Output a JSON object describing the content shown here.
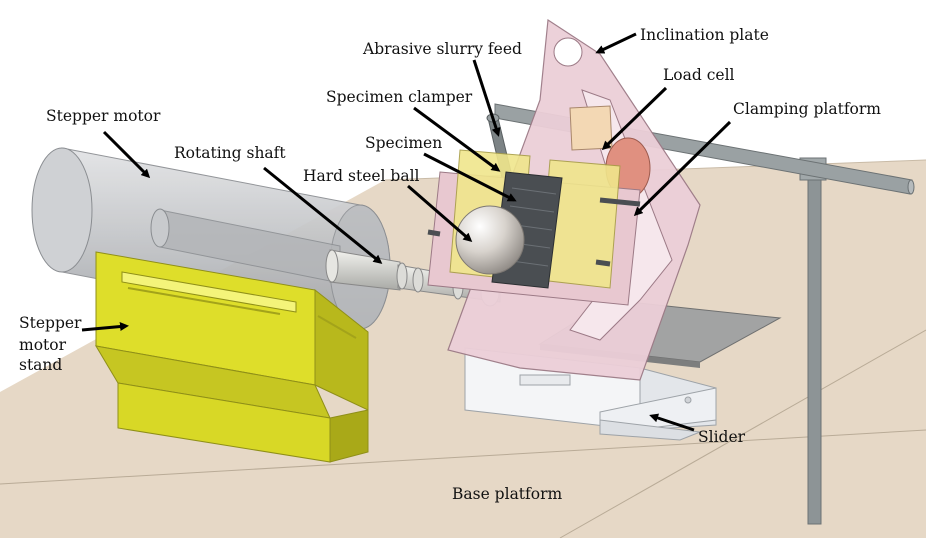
{
  "labels": {
    "inclination_plate": "Inclination plate",
    "abrasive_slurry_feed": "Abrasive slurry feed",
    "load_cell": "Load cell",
    "specimen_clamper": "Specimen clamper",
    "clamping_platform": "Clamping platform",
    "specimen": "Specimen",
    "stepper_motor": "Stepper motor",
    "rotating_shaft": "Rotating shaft",
    "hard_steel_ball": "Hard steel ball",
    "stepper_motor_stand_line1": "Stepper",
    "stepper_motor_stand_line2": "motor",
    "stepper_motor_stand_line3": "stand",
    "slider": "Slider",
    "base_platform": "Base platform"
  },
  "colors": {
    "background": "#ffffff",
    "floor": "#e6d8c6",
    "motor_gray": "#c4c6c9",
    "stand_yellow": "#dede2a",
    "plate_pink": "#eccfd8",
    "specimen_dark": "#4a4e52",
    "ball": "#d9d4ce",
    "rod_gray": "#8d9496",
    "load_cell": "#e09080",
    "clamp_yellow": "#f0e68c",
    "slider_white": "#f4f5f7"
  }
}
